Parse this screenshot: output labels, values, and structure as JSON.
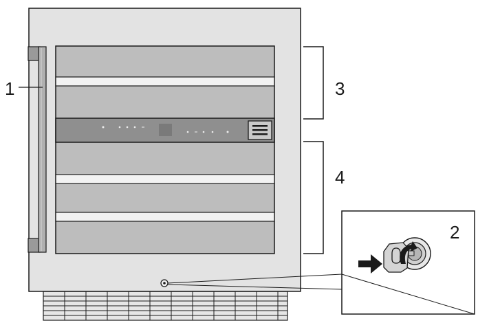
{
  "callouts": {
    "door_handle": "1",
    "door_lock": "2",
    "upper_zone": "3",
    "lower_zone": "4"
  },
  "icons": {
    "menu": "hamburger-menu-icon",
    "lock_key": "key-icon",
    "insert_arrow": "arrow-right-icon"
  },
  "colors": {
    "cabinet": "#e3e3e3",
    "glass": "#bdbdbd",
    "shelf_divider": "#f2f2f2",
    "control_panel": "#8f8f8f",
    "outline": "#1a1a1a"
  }
}
